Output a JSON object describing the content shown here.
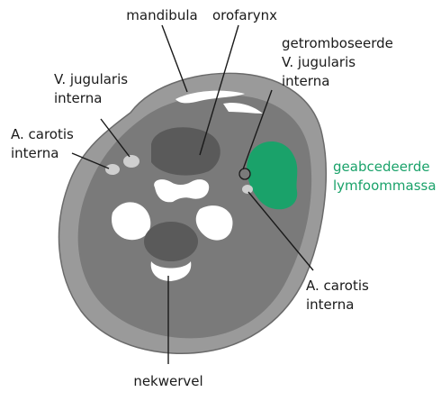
{
  "labels": {
    "mandibula": "mandibula",
    "orofarynx": "orofarynx",
    "thrombosed_vein_line1": "getromboseerde",
    "thrombosed_vein_line2": "V. jugularis",
    "thrombosed_vein_line3": "interna",
    "vein_left_line1": "V. jugularis",
    "vein_left_line2": "interna",
    "artery_left_line1": "A. carotis",
    "artery_left_line2": "interna",
    "abscess_line1": "geabcedeerde",
    "abscess_line2": "lymfoommassa",
    "artery_right_line1": "A. carotis",
    "artery_right_line2": "interna",
    "vertebra": "nekwervel"
  },
  "colors": {
    "outer_neck": "#9a9a9a",
    "inner_tissue": "#7a7a7a",
    "airway": "#5a5a5a",
    "bone": "#ffffff",
    "abscess": "#1aa26a",
    "outline": "#6a6a6a"
  }
}
